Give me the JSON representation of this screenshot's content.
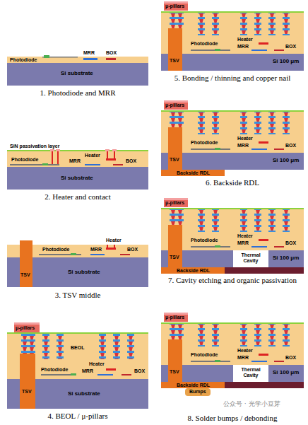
{
  "diagram": {
    "labels": [
      "Photodiode",
      "MRR",
      "BOX",
      "Si substrate",
      "1. Photodiode and MRR",
      "SiN passivation layer",
      "Heater",
      "Photodiode",
      "MRR",
      "BOX",
      "Si substrate",
      "2. Heater and contact",
      "TSV",
      "Heater",
      "Photodiode",
      "MRR",
      "BOX",
      "Si substrate",
      "3. TSV middle",
      "μ-pillars",
      "BEOL",
      "TSV",
      "Heater",
      "Photodiode",
      "MRR",
      "BOX",
      "Si substrate",
      "4. BEOL / μ-pillars",
      "μ-pillars",
      "TSV",
      "Heater",
      "Photodiode",
      "MRR",
      "BOX",
      "Si 100 μm",
      "5. Bonding / thinning and copper nail",
      "μ-pillars",
      "TSV",
      "Heater",
      "Photodiode",
      "MRR",
      "BOX",
      "Si 100 μm",
      "Backside RDL",
      "6. Backside RDL",
      "μ-pillars",
      "TSV",
      "Photodiode",
      "Heater",
      "MRR",
      "Thermal Cavity",
      "BOX",
      "Si 100 μm",
      "Backside RDL",
      "7. Cavity etching and organic passivation",
      "μ-pillars",
      "TSV",
      "Heater",
      "Photodiode",
      "MRR",
      "Thermal Cavity",
      "BOX",
      "Si 100 μm",
      "Backside RDL",
      "Bumps",
      "8. Solder bumps / debonding",
      "公众号 · 光学小豆芽"
    ]
  }
}
